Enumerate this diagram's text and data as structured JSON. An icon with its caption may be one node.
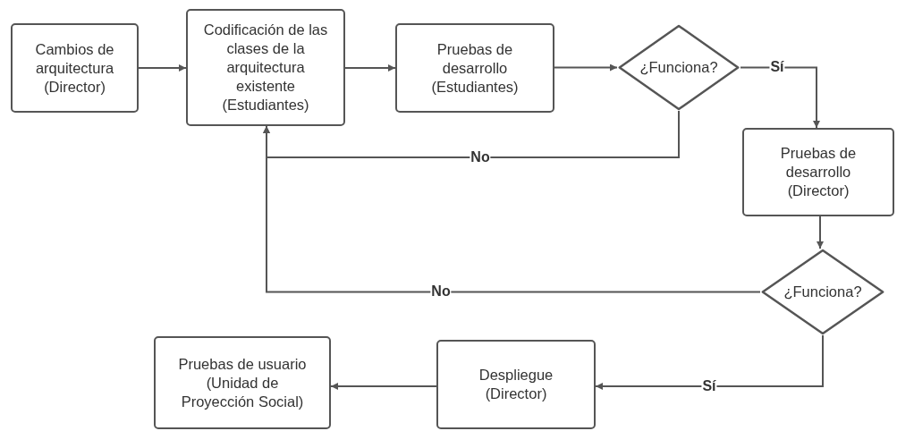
{
  "diagram": {
    "nodes": [
      {
        "text": [
          "Cambios de arquitectura (Director)"
        ]
      },
      {
        "text": [
          "Codificación de las clases de la arquitectura existente (Estudiantes)"
        ]
      },
      {
        "text": [
          "Pruebas de desarrollo (Estudiantes)"
        ]
      },
      {
        "text": [
          "¿Funciona?"
        ]
      },
      {
        "text": [
          "Pruebas de desarrollo (Director)"
        ]
      },
      {
        "text": [
          "¿Funciona?"
        ]
      },
      {
        "text": [
          "Despliegue (Director)"
        ]
      },
      {
        "text": [
          "Pruebas de usuario (Unidad de Proyección Social)"
        ]
      }
    ],
    "edges": [
      {
        "from": 0,
        "to": 1,
        "arrow": "to"
      },
      {
        "from": 1,
        "to": 2,
        "arrow": "to"
      },
      {
        "from": 2,
        "to": 3,
        "arrow": "to"
      },
      {
        "from": 3,
        "to": 4,
        "arrow": "to",
        "label": "Sí"
      },
      {
        "from": 3,
        "to": 1,
        "arrow": "to",
        "label": "No"
      },
      {
        "from": 4,
        "to": 5,
        "arrow": "to"
      },
      {
        "from": 5,
        "to": 1,
        "arrow": "to",
        "label": "No"
      },
      {
        "from": 5,
        "to": 6,
        "arrow": "to",
        "label": "Sí"
      },
      {
        "from": 6,
        "to": 7,
        "arrow": "to"
      }
    ]
  }
}
